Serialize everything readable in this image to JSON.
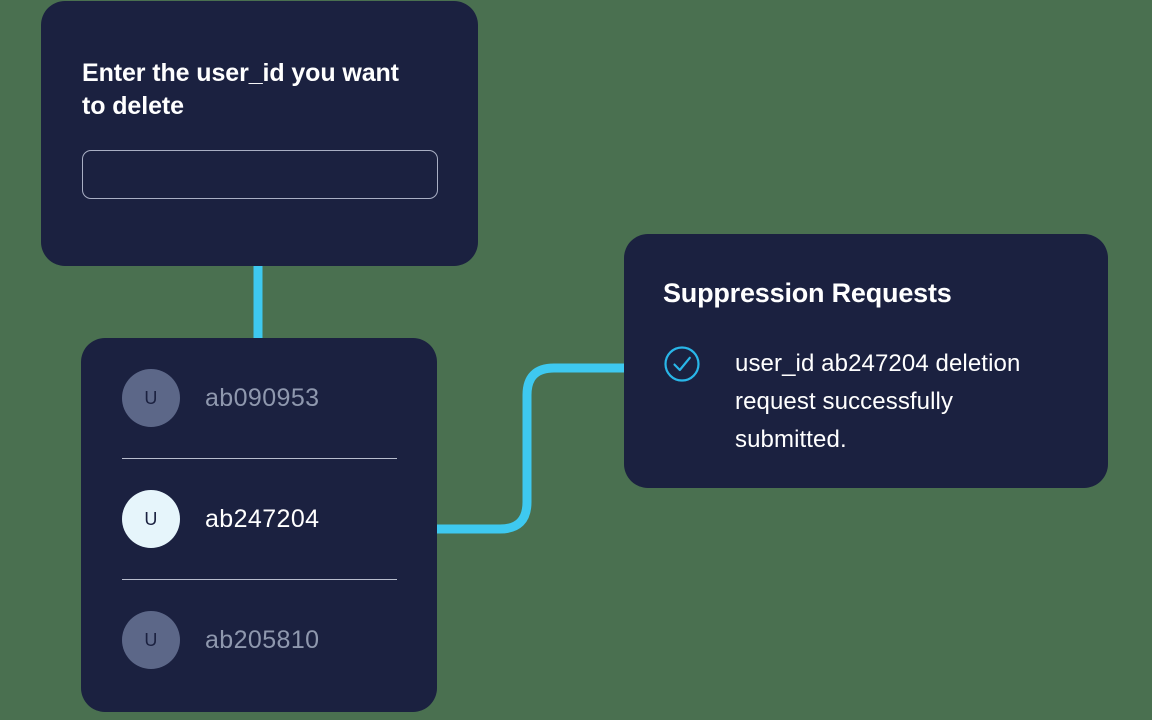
{
  "theme": {
    "page_background": "#4a7050",
    "card_background": "#1b2140",
    "connector_color": "#3ec9f0",
    "accent_cyan": "#29b6e8",
    "text_primary": "#ffffff",
    "text_muted": "#8f98ae",
    "avatar_dim": "#5c6788",
    "avatar_active": "#e6f5fb",
    "divider": "#b8bdcd",
    "input_border": "#a9afc4"
  },
  "prompt_card": {
    "title": "Enter the user_id you want to delete",
    "input": {
      "value": "",
      "placeholder": ""
    }
  },
  "user_list_card": {
    "users": [
      {
        "avatar_initial": "U",
        "user_id": "ab090953",
        "selected": false
      },
      {
        "avatar_initial": "U",
        "user_id": "ab247204",
        "selected": true
      },
      {
        "avatar_initial": "U",
        "user_id": "ab205810",
        "selected": false
      }
    ]
  },
  "suppression_card": {
    "title": "Suppression Requests",
    "items": [
      {
        "icon": "check-circle-icon",
        "message": "user_id ab247204 deletion request successfully submitted."
      }
    ]
  },
  "connectors": [
    {
      "name": "prompt-to-userlist",
      "from": "prompt_card",
      "to": "user_list_card"
    },
    {
      "name": "userlist-to-suppression",
      "from": "user_list_card",
      "to": "suppression_card"
    }
  ]
}
